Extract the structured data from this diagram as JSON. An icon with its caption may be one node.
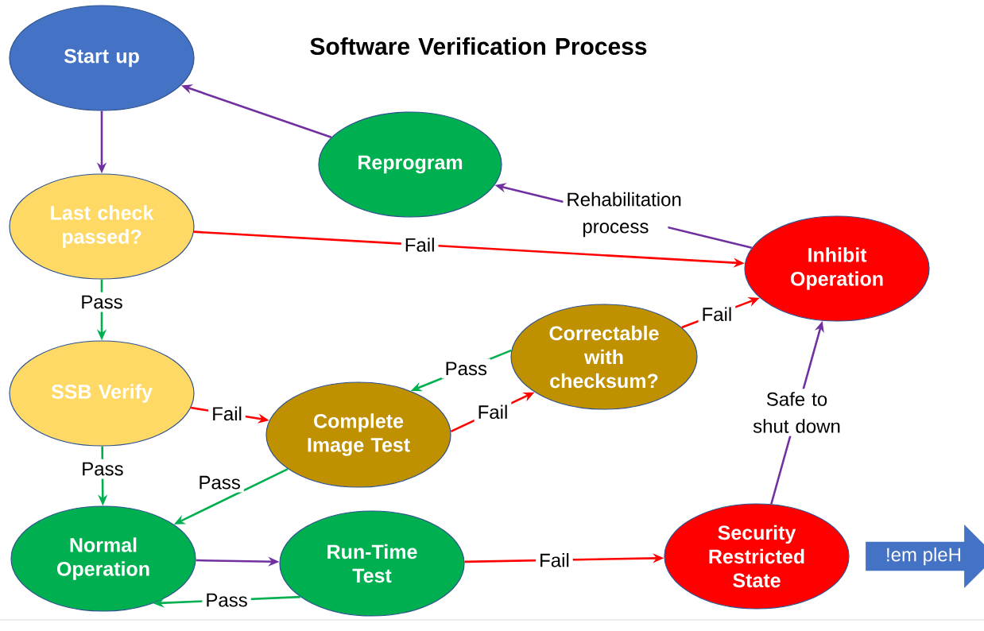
{
  "diagram": {
    "title": "Software Verification Process",
    "nodes": [
      {
        "text": [
          "Start up"
        ]
      },
      {
        "text": [
          "Reprogram"
        ]
      },
      {
        "text": [
          "Last check passed?"
        ]
      },
      {
        "text": [
          "Inhibit Operation"
        ]
      },
      {
        "text": [
          "Correctable with checksum?"
        ]
      },
      {
        "text": [
          "SSB Verify"
        ]
      },
      {
        "text": [
          "Complete Image Test"
        ]
      },
      {
        "text": [
          "Normal Operation"
        ]
      },
      {
        "text": [
          "Run-Time Test"
        ]
      },
      {
        "text": [
          "Security Restricted State"
        ]
      },
      {
        "text": [
          "!em pleH"
        ]
      }
    ],
    "edges": [
      {
        "from": 0,
        "to": 2,
        "arrow": "to",
        "color": "#7030a0"
      },
      {
        "from": 1,
        "to": 0,
        "arrow": "to",
        "color": "#7030a0"
      },
      {
        "from": 3,
        "to": 1,
        "arrow": "to",
        "label": "Rehabilitation process",
        "color": "#7030a0"
      },
      {
        "from": 2,
        "to": 3,
        "arrow": "to",
        "label": "Fail",
        "color": "#ff0000"
      },
      {
        "from": 2,
        "to": 5,
        "arrow": "to",
        "label": "Pass",
        "color": "#00b050"
      },
      {
        "from": 5,
        "to": 6,
        "arrow": "to",
        "label": "Fail",
        "color": "#ff0000"
      },
      {
        "from": 5,
        "to": 7,
        "arrow": "to",
        "label": "Pass",
        "color": "#00b050"
      },
      {
        "from": 6,
        "to": 4,
        "arrow": "to",
        "label": "Fail",
        "color": "#ff0000"
      },
      {
        "from": 4,
        "to": 6,
        "arrow": "to",
        "label": "Pass",
        "color": "#00b050"
      },
      {
        "from": 4,
        "to": 3,
        "arrow": "to",
        "label": "Fail",
        "color": "#ff0000"
      },
      {
        "from": 6,
        "to": 7,
        "arrow": "to",
        "label": "Pass",
        "color": "#00b050"
      },
      {
        "from": 7,
        "to": 8,
        "arrow": "to",
        "color": "#7030a0"
      },
      {
        "from": 8,
        "to": 7,
        "arrow": "to",
        "label": "Pass",
        "color": "#00b050"
      },
      {
        "from": 8,
        "to": 9,
        "arrow": "to",
        "label": "Fail",
        "color": "#ff0000"
      },
      {
        "from": 9,
        "to": 3,
        "arrow": "to",
        "label": "Safe to shut down",
        "color": "#7030a0"
      }
    ]
  }
}
